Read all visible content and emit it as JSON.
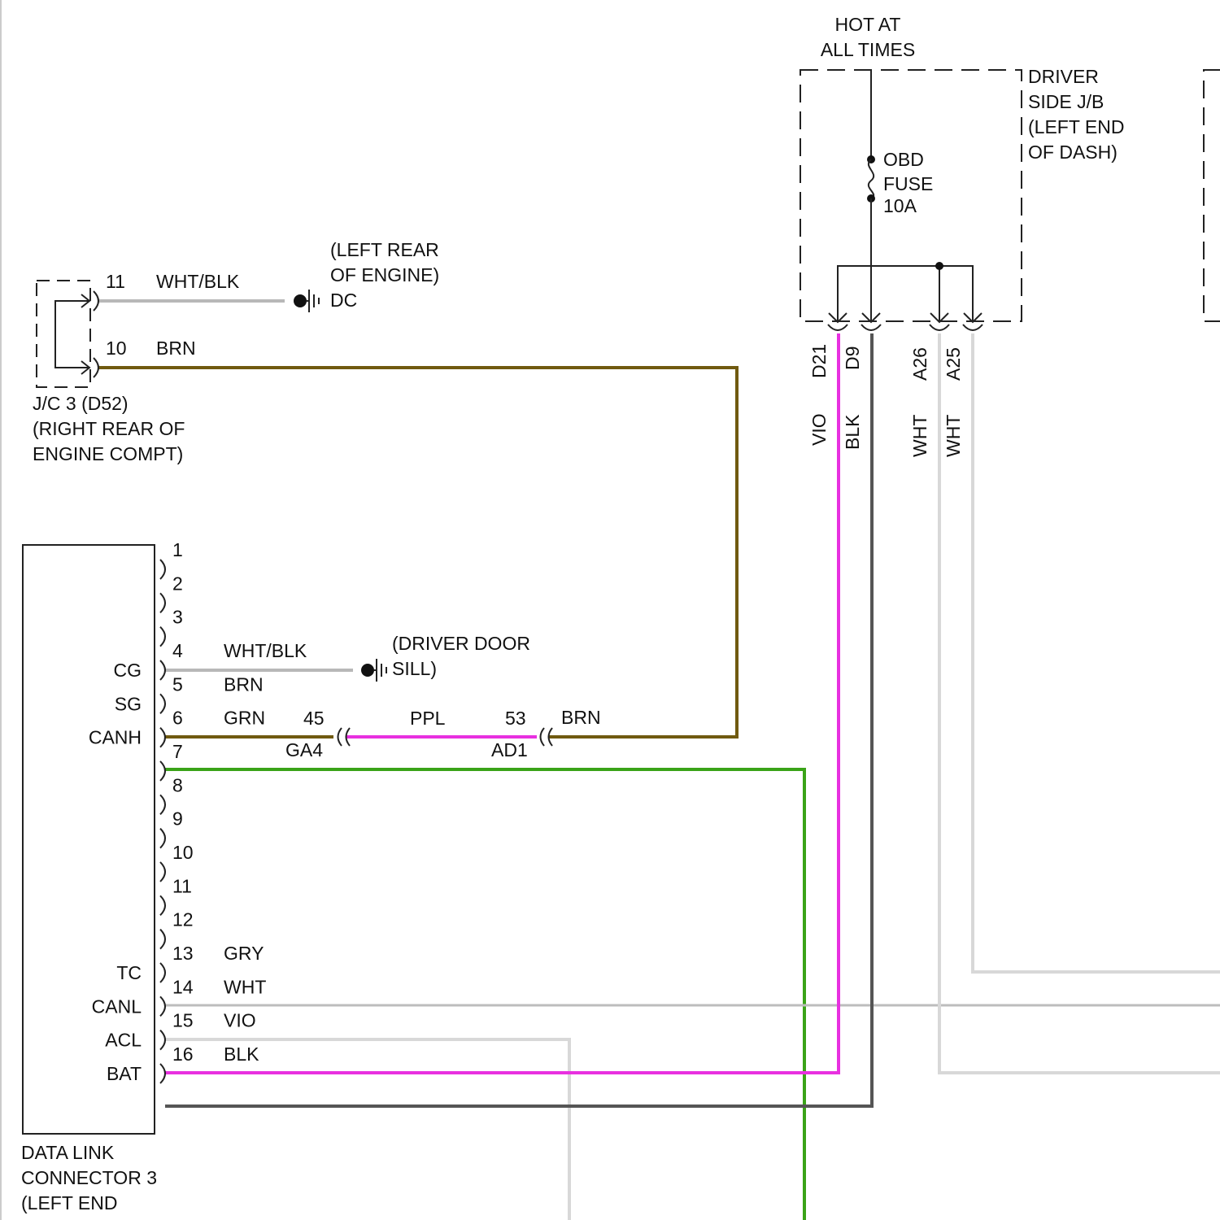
{
  "power": {
    "hot_line1": "HOT AT",
    "hot_line2": "ALL TIMES",
    "jb_lines": [
      "DRIVER",
      "SIDE J/B",
      "(LEFT END",
      "OF DASH)"
    ],
    "fuse_lines": [
      "OBD",
      "FUSE",
      "10A"
    ],
    "jb_pins": [
      {
        "id": "D21",
        "wire": "VIO"
      },
      {
        "id": "D9",
        "wire": "BLK"
      },
      {
        "id": "A26",
        "wire": "WHT"
      },
      {
        "id": "A25",
        "wire": "WHT"
      }
    ]
  },
  "jc3": {
    "pins": [
      {
        "num": "11",
        "wire": "WHT/BLK"
      },
      {
        "num": "10",
        "wire": "BRN"
      }
    ],
    "label_lines": [
      "J/C 3 (D52)",
      "(RIGHT REAR OF",
      "ENGINE COMPT)"
    ],
    "ground_lines": [
      "(LEFT REAR",
      "OF ENGINE)",
      "DC"
    ]
  },
  "dlc": {
    "pin_numbers": [
      "1",
      "2",
      "3",
      "4",
      "5",
      "6",
      "7",
      "8",
      "9",
      "10",
      "11",
      "12",
      "13",
      "14",
      "15",
      "16"
    ],
    "pin_names": [
      {
        "pin": "4",
        "name": "CG"
      },
      {
        "pin": "5",
        "name": "SG"
      },
      {
        "pin": "6",
        "name": "CANH"
      },
      {
        "pin": "13",
        "name": "TC"
      },
      {
        "pin": "14",
        "name": "CANL"
      },
      {
        "pin": "15",
        "name": "ACL"
      },
      {
        "pin": "16",
        "name": "BAT"
      }
    ],
    "wire_labels": [
      {
        "pin": "4",
        "color": "WHT/BLK"
      },
      {
        "pin": "5",
        "color": "BRN"
      },
      {
        "pin": "6",
        "color": "GRN"
      },
      {
        "pin": "13",
        "color": "GRY"
      },
      {
        "pin": "14",
        "color": "WHT"
      },
      {
        "pin": "15",
        "color": "VIO"
      },
      {
        "pin": "16",
        "color": "BLK"
      }
    ],
    "label_lines": [
      "DATA LINK",
      "CONNECTOR 3",
      "(LEFT END"
    ],
    "door_ground_lines": [
      "(DRIVER DOOR",
      "SILL)"
    ]
  },
  "inline": {
    "ga4_pin": "45",
    "ga4_name": "GA4",
    "ppl_label": "PPL",
    "ad1_pin": "53",
    "ad1_name": "AD1",
    "brn_label": "BRN"
  },
  "wire_colors": {
    "brn": "#705a10",
    "vio": "#e830e0",
    "grn": "#3aa318",
    "blk": "#555555",
    "wht": "#d8d8d8",
    "gry": "#bdbdbd",
    "wht_blk": "#b8b8b8"
  }
}
